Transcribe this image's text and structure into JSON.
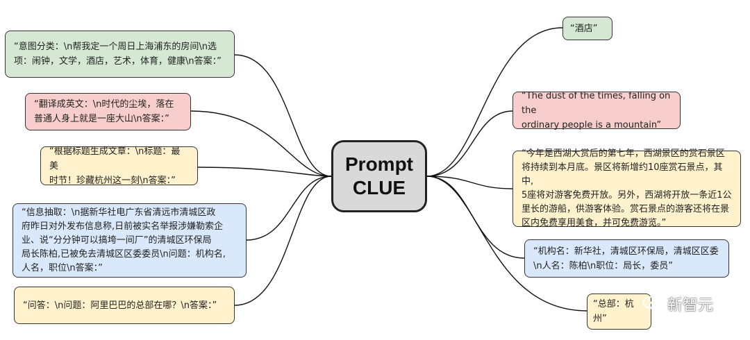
{
  "center": {
    "line1": "Prompt",
    "line2": "CLUE",
    "fill": "#d9d9d9"
  },
  "left_nodes": [
    {
      "text": "“意图分类：\\n帮我定一个周日上海浦东的房间\\n选\n项：闹钟，文学，酒店，艺术，体育，健康\\n答案：”",
      "fill": "#d5e8d4"
    },
    {
      "text": "“翻译成英文：\\n时代的尘埃，落在\n普通人身上就是一座大山\\n答案：”",
      "fill": "#f8cecc"
    },
    {
      "text": "“根据标题生成文章：\\n标题：最美\n时节！珍藏杭州这一刻\\n答案：”",
      "fill": "#fff2cc"
    },
    {
      "text": "“信息抽取：\\n据新华社电广东省清远市清城区政\n府昨日对外发布信息称,日前被实名举报涉嫌勒索企\n业、说“分分钟可以搞垮一间厂”的清城区环保局\n局长陈柏,已被免去清城区区委委员\\n问题：机构名,\n人名，职位\\n答案：”",
      "fill": "#dae8fc"
    },
    {
      "text": "“问答：\\n问题：阿里巴巴的总部在哪？\\n答案：”",
      "fill": "#fff2cc"
    }
  ],
  "right_nodes": [
    {
      "text": "“酒店”",
      "fill": "#d5e8d4"
    },
    {
      "text": "“The dust of the times, falling on the\nordinary people is a mountain”",
      "fill": "#f8cecc"
    },
    {
      "text": "“今年是西湖大赏后的第七年，西湖景区的赏石景区\n将持续到本月底。景区将新增约10座赏石景点，其中,\n5座将对游客免费开放。另外，西湖将开放一条近1公\n里长的游船，供游客体验。赏石景点的游客还将在景\n区内免费享用美食，并可免费游览。”",
      "fill": "#fff2cc"
    },
    {
      "text": "“机构名：新华社，清城区环保局，清城区区委\n\\n人名：陈柏\\n职位：局长，委员”",
      "fill": "#dae8fc"
    },
    {
      "text": "“总部：杭州”",
      "fill": "#fff2cc"
    }
  ],
  "watermark": {
    "text": "新智元",
    "icon": "wechat-icon"
  }
}
